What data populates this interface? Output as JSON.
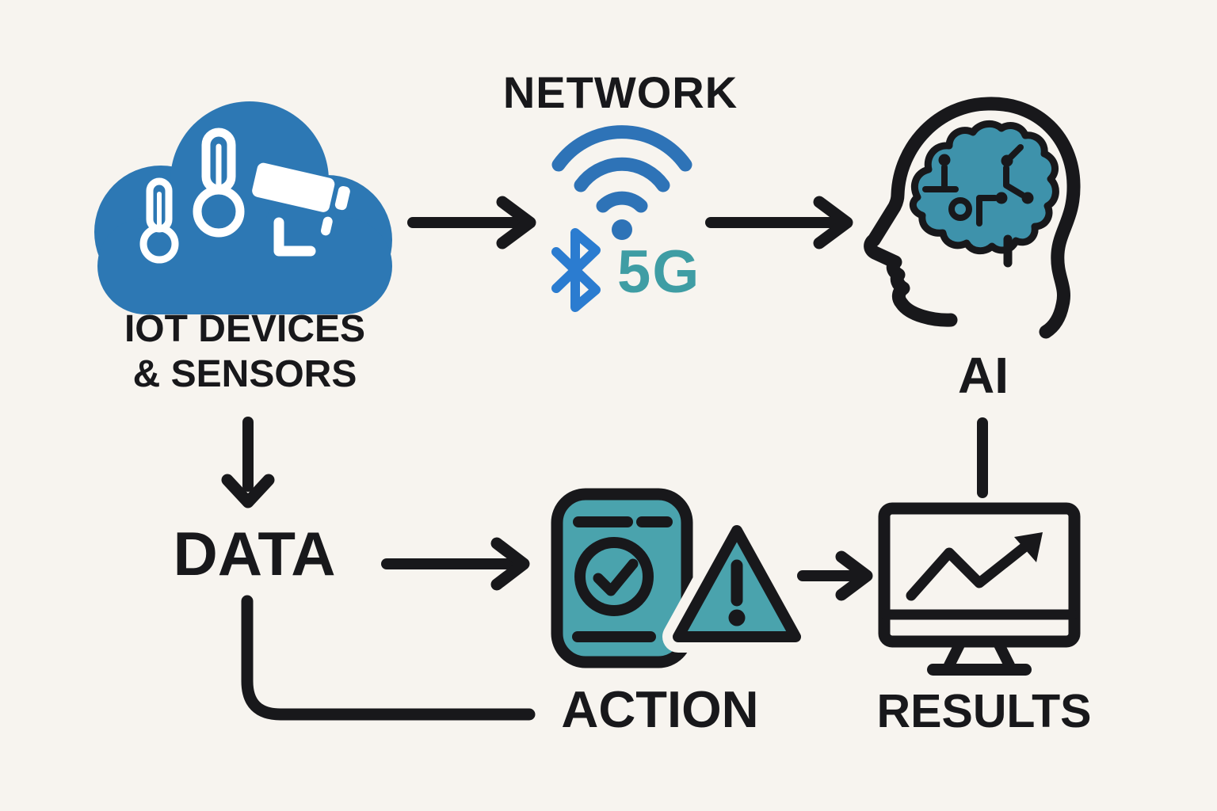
{
  "page_title": "IoT to AI data flow diagram",
  "colors": {
    "background": "#f7f4ef",
    "ink": "#18181b",
    "white": "#ffffff",
    "cloud_blue": "#2d78b4",
    "wifi_blue": "#2e73b7",
    "bluetooth_blue": "#2b7cd0",
    "five_g_teal": "#3f9da4",
    "device_teal": "#4aa3ad",
    "brain_teal": "#3e92ab"
  },
  "nodes": {
    "iot": {
      "label_line1": "IOT DEVICES",
      "label_line2": "& SENSORS",
      "icons": [
        "cloud-icon",
        "thermometer-icon",
        "thermometer-icon",
        "cctv-camera-icon"
      ]
    },
    "network": {
      "label": "NETWORK",
      "five_g_label": "5G",
      "icons": [
        "wifi-icon",
        "bluetooth-icon"
      ]
    },
    "ai": {
      "label": "AI",
      "icons": [
        "head-profile-icon",
        "circuit-brain-icon"
      ]
    },
    "data": {
      "label": "DATA"
    },
    "action": {
      "label": "ACTION",
      "icons": [
        "tablet-checkmark-icon",
        "warning-triangle-icon"
      ]
    },
    "results": {
      "label": "RESULTS",
      "icons": [
        "monitor-trend-chart-icon"
      ]
    }
  },
  "edges": [
    {
      "from": "iot",
      "to": "network",
      "style": "arrow"
    },
    {
      "from": "network",
      "to": "ai",
      "style": "arrow"
    },
    {
      "from": "iot",
      "to": "data",
      "style": "arrow"
    },
    {
      "from": "data",
      "to": "action",
      "style": "arrow"
    },
    {
      "from": "action",
      "to": "results",
      "style": "arrow"
    },
    {
      "from": "ai",
      "to": "results",
      "style": "line"
    },
    {
      "from": "data",
      "to": "action",
      "style": "elbow-line"
    }
  ]
}
